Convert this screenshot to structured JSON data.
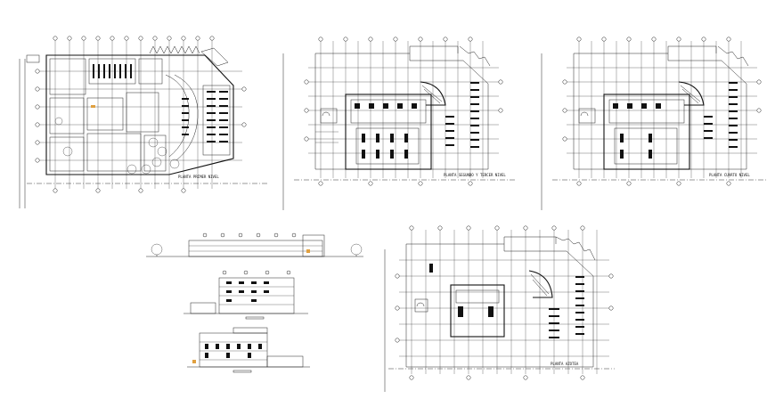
{
  "drawing": {
    "title": "",
    "sheets": [
      {
        "id": "plan-first",
        "label": "PLANTA PRIMER NIVEL"
      },
      {
        "id": "plan-second",
        "label": "PLANTA SEGUNDO Y TERCER NIVEL"
      },
      {
        "id": "plan-fourth",
        "label": "PLANTA CUARTO NIVEL"
      },
      {
        "id": "plan-roof",
        "label": "PLANTA AZOTEA"
      }
    ],
    "colors": {
      "line": "#111111",
      "background": "#ffffff",
      "accent": "#e0a040"
    }
  }
}
